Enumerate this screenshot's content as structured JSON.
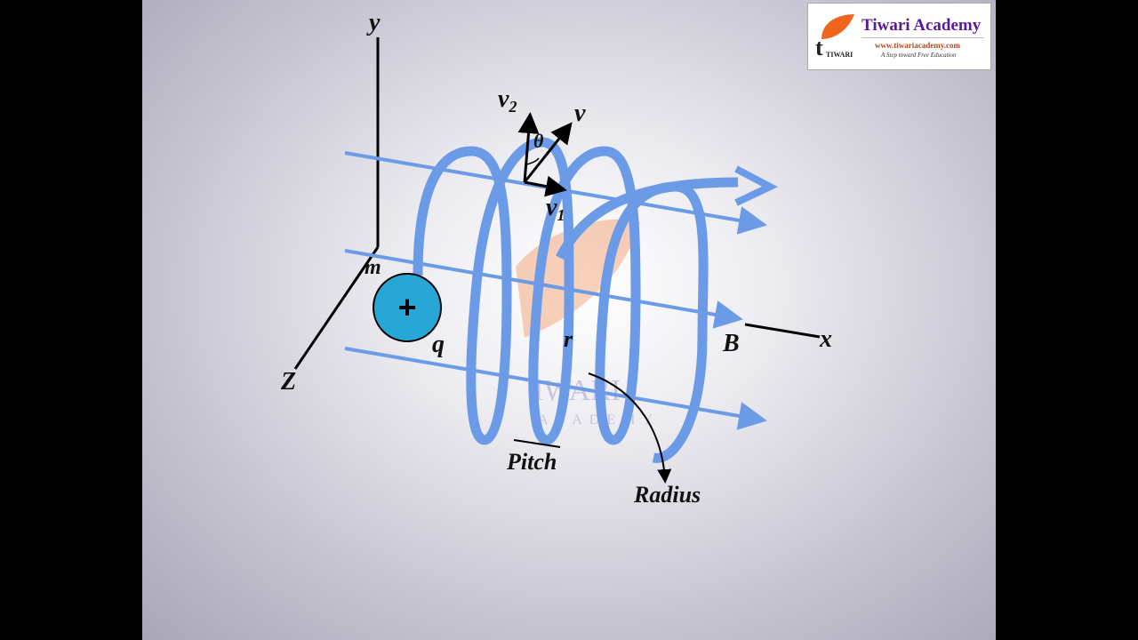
{
  "logo": {
    "title": "Tiwari Academy",
    "url": "www.tiwariacademy.com",
    "tagline": "A Step toward Free Education",
    "mark": "TIWARI"
  },
  "labels": {
    "y": "y",
    "x": "x",
    "z": "Z",
    "v2": "v",
    "v2_sub": "2",
    "v": "v",
    "theta": "θ",
    "v1": "v",
    "v1_sub": "1",
    "m": "m",
    "q": "q",
    "charge": "+",
    "r": "r",
    "B": "B",
    "pitch": "Pitch",
    "radius": "Radius"
  },
  "watermark": {
    "text1": "IWARI",
    "text2": "ACADEMY"
  },
  "colors": {
    "helix": "#6b9be6",
    "field": "#6b9be6",
    "charge": "#28a6d6"
  }
}
